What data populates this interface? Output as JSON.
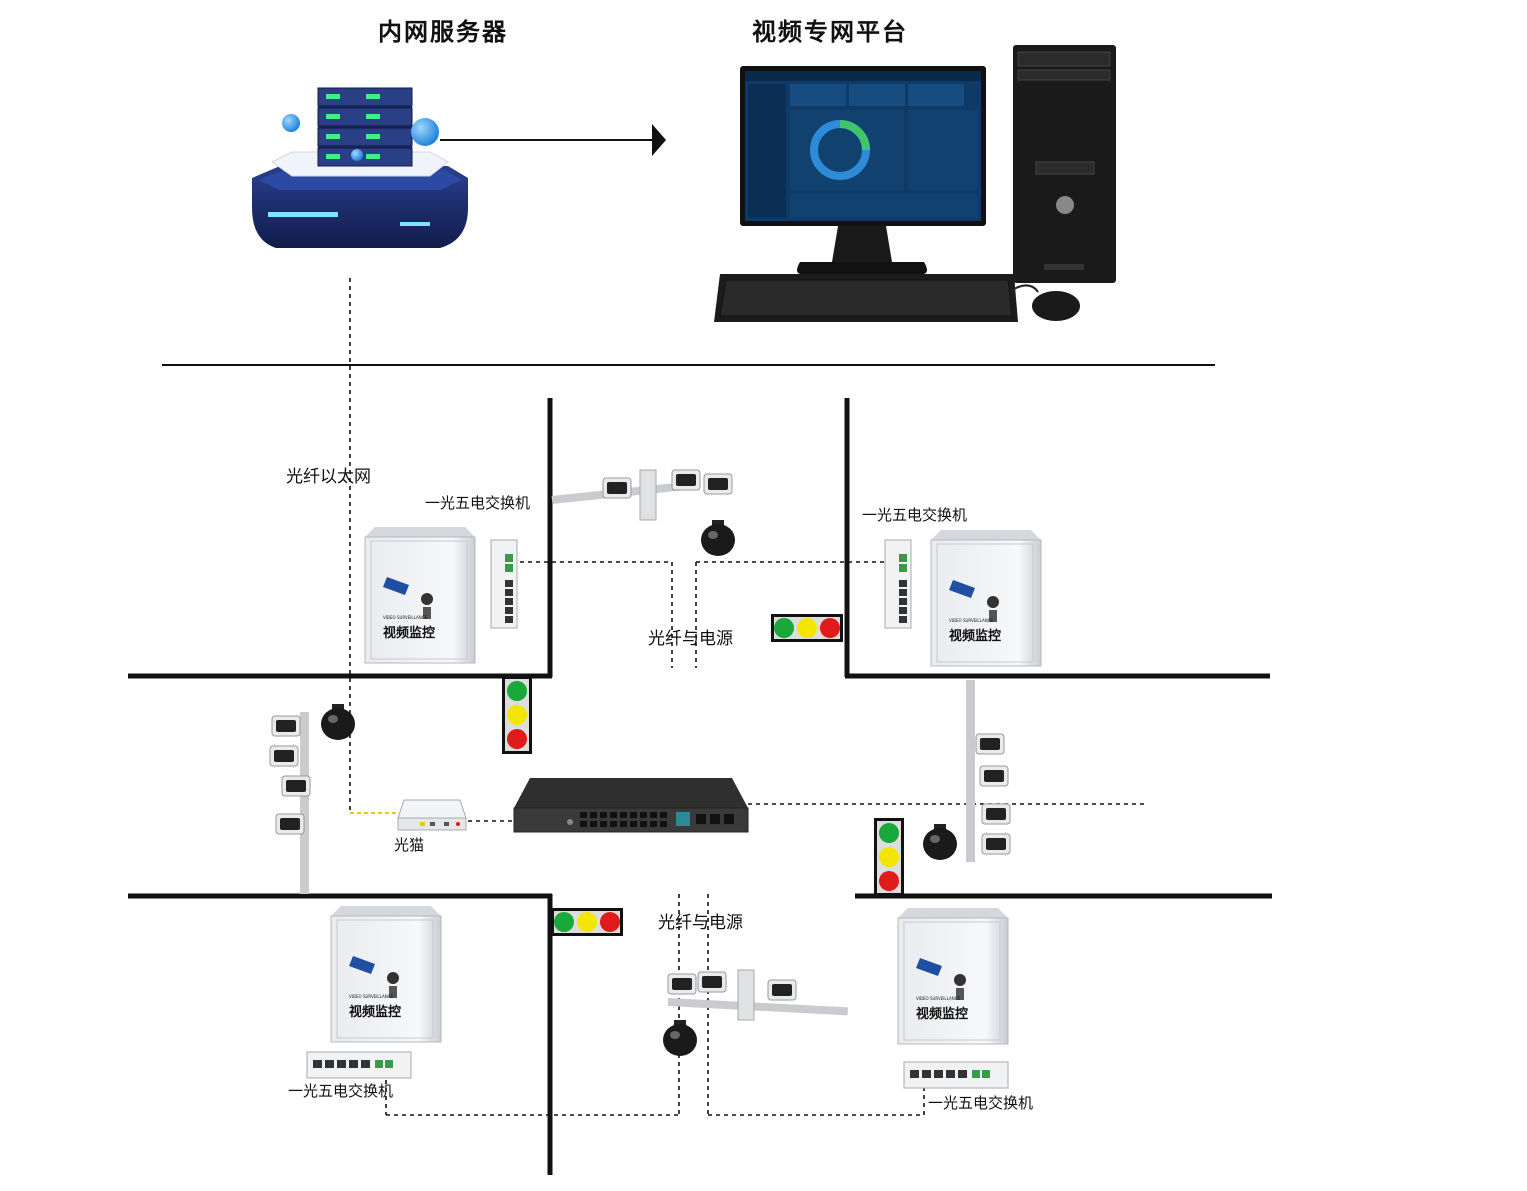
{
  "labels": {
    "intranet_server": "内网服务器",
    "video_platform": "视频专网平台",
    "fiber_ethernet": "光纤以太网",
    "switch_tl": "一光五电交换机",
    "switch_tr": "一光五电交换机",
    "switch_bl": "一光五电交换机",
    "switch_br": "一光五电交换机",
    "fiber_power_top": "光纤与电源",
    "fiber_power_bottom": "光纤与电源",
    "optical_modem": "光猫",
    "cabinet_text": "视频监控",
    "cabinet_subtext": "VIDEO SURVEILLANCE"
  },
  "colors": {
    "light_green": "#1aa83a",
    "light_yellow": "#f2e600",
    "light_red": "#e01b1b",
    "cabinet_blue": "#1e4fa3",
    "server_blue": "#1b2d6b",
    "screen_blue": "#0f3a66"
  },
  "icons": [
    "server-icon",
    "computer-icon",
    "cabinet-icon",
    "camera-pole-icon",
    "traffic-light-icon",
    "switch-icon",
    "optical-modem-icon"
  ]
}
